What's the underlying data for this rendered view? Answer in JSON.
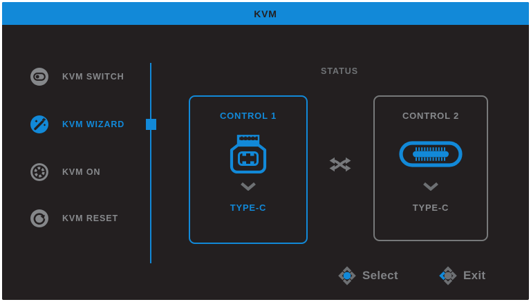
{
  "window": {
    "title": "KVM"
  },
  "sidebar": {
    "items": [
      {
        "label": "KVM SWITCH",
        "icon": "kvm-switch-toggle-icon",
        "active": false
      },
      {
        "label": "KVM WIZARD",
        "icon": "kvm-wizard-wand-icon",
        "active": true
      },
      {
        "label": "KVM ON",
        "icon": "kvm-on-button-icon",
        "active": false
      },
      {
        "label": "KVM RESET",
        "icon": "kvm-reset-icon",
        "active": false
      }
    ]
  },
  "main": {
    "status_label": "STATUS",
    "swap_icon": "shuffle-icon",
    "controls": [
      {
        "title": "CONTROL 1",
        "connector_icon": "usb-type-b-connector-icon",
        "port_label": "TYPE-C",
        "selected": true
      },
      {
        "title": "CONTROL 2",
        "connector_icon": "usb-type-c-connector-icon",
        "port_label": "TYPE-C",
        "selected": false
      }
    ]
  },
  "footer": {
    "hints": [
      {
        "label": "Select",
        "icon": "joystick-select-icon"
      },
      {
        "label": "Exit",
        "icon": "joystick-exit-icon"
      }
    ]
  },
  "colors": {
    "accent_blue": "#1289d8",
    "background_dark": "#231f20",
    "inactive_gray": "#87898c",
    "hint_gray": "#808285",
    "frame_white": "#ffffff"
  }
}
